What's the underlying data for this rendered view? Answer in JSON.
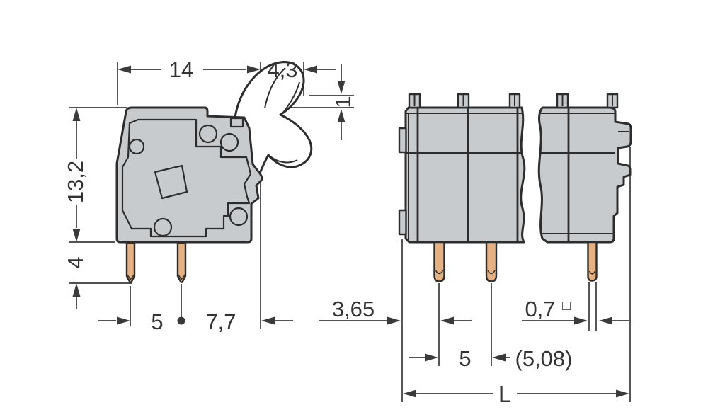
{
  "colors": {
    "background": "#ffffff",
    "body_fill": "#c7cbce",
    "pin_fill": "#e5b183",
    "outline_color": "#2d2d2d",
    "dim_line_color": "#3a3a3a"
  },
  "side_view": {
    "dim_body_width": "14",
    "dim_lever_width": "4,3",
    "dim_ledge": "1",
    "dim_body_height": "13,2",
    "dim_pin_length": "4",
    "dim_pin_pitch": "5",
    "dim_pin_to_edge": "7,7"
  },
  "front_view": {
    "dim_edge_to_pin": "3,65",
    "dim_pin_cross_section": "0,7",
    "square_symbol": "□",
    "dim_pin_pitch": "5",
    "dim_pin_pitch_alt": "(5,08)",
    "dim_total_length": "L"
  }
}
